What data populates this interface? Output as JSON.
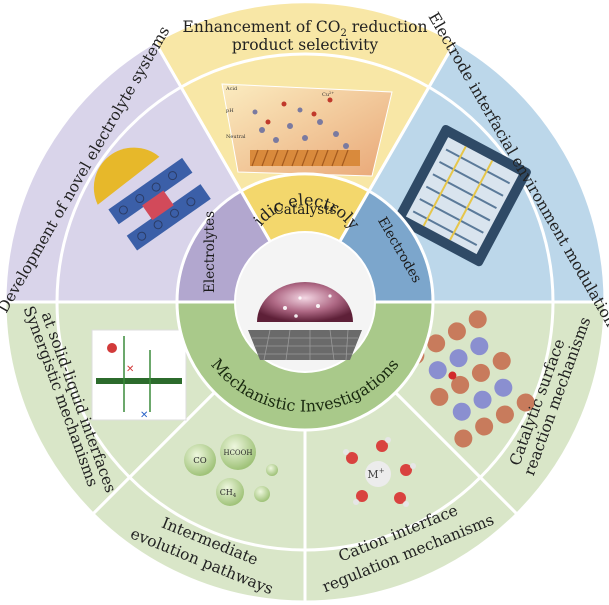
{
  "center": {
    "title": "Acidic electrolyte",
    "colors": {
      "rim": "#f2f2f2",
      "dome": "#7a2f45",
      "grid": "#5a5a5a"
    }
  },
  "inner_ring": {
    "catalysts": "Catalysts",
    "electrolytes": "Electrolytes",
    "electrodes": "Electrodes",
    "mechanistic": "Mechanistic Investigations"
  },
  "outer_ring": {
    "top": {
      "line1": "Enhancement of CO",
      "sub": "2",
      "line1_tail": " reduction",
      "line2": "product selectivity"
    },
    "electrolyte_systems": "Development of novel electrolyte systems",
    "electrode_modulation": "Electrode interfacial environment modulation",
    "synergistic": {
      "line1": "Synergistic mechanisms",
      "line2": "at solid-liquid interfaces"
    },
    "intermediate": {
      "line1": "Intermediate",
      "line2": "evolution pathways"
    },
    "cation": {
      "line1": "Cation interface",
      "line2": "regulation mechanisms"
    },
    "catalytic": {
      "line1": "Catalytic surface",
      "line2": "reaction mechanisms"
    }
  },
  "illustrations": {
    "bubbles": {
      "co": "CO",
      "hcooh": "HCOOH",
      "ch4": "CH",
      "ch4_sub": "4"
    },
    "cation": "M",
    "cation_sup": "+",
    "catalyst_scene": {
      "acid": "Acid",
      "ph": "pH",
      "neutral": "Neutral",
      "cations": "Cu",
      "cations_sup": "2+"
    }
  },
  "colors": {
    "yellow_outer": "#f8e7a6",
    "yellow_inner": "#f3d76c",
    "purple_outer": "#d9d4ea",
    "purple_inner": "#b2a7cf",
    "blue_outer": "#bcd7ea",
    "blue_inner": "#7ca6cc",
    "green_outer": "#d9e6c8",
    "green_inner": "#a9c98a"
  }
}
